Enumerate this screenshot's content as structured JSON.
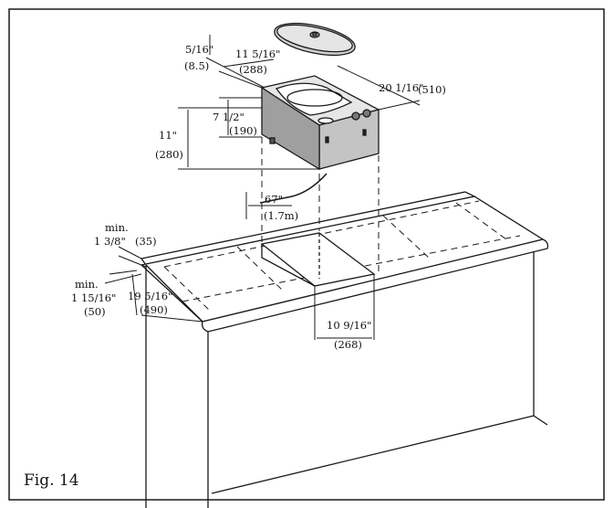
{
  "figure": {
    "caption": "Fig. 14"
  },
  "dimensions": {
    "lid_edge_in": "5/16\"",
    "lid_edge_mm": "(8.5)",
    "width_in": "11 5/16\"",
    "width_mm": "(288)",
    "depth_in": "20 1/16\"",
    "depth_mm": "(510)",
    "height_total_in": "11\"",
    "height_total_mm": "(280)",
    "height_body_in": "7 1/2\"",
    "height_body_mm": "(190)",
    "cord_in": "67\"",
    "cord_mm": "(1.7m)",
    "backsplash_label": "min.",
    "backsplash_in": "1 3/8\"",
    "backsplash_mm": "(35)",
    "front_label": "min.",
    "front_in": "1 15/16\"",
    "front_mm": "(50)",
    "counter_depth_in": "19 5/16\"",
    "counter_depth_mm": "(490)",
    "cutout_in": "10 9/16\"",
    "cutout_mm": "(268)"
  },
  "colors": {
    "line": "#1a1a1a",
    "appliance_fill": "#d9d9d9",
    "appliance_dark": "#a8a8a8",
    "lid_fill": "#cfcfcf"
  }
}
